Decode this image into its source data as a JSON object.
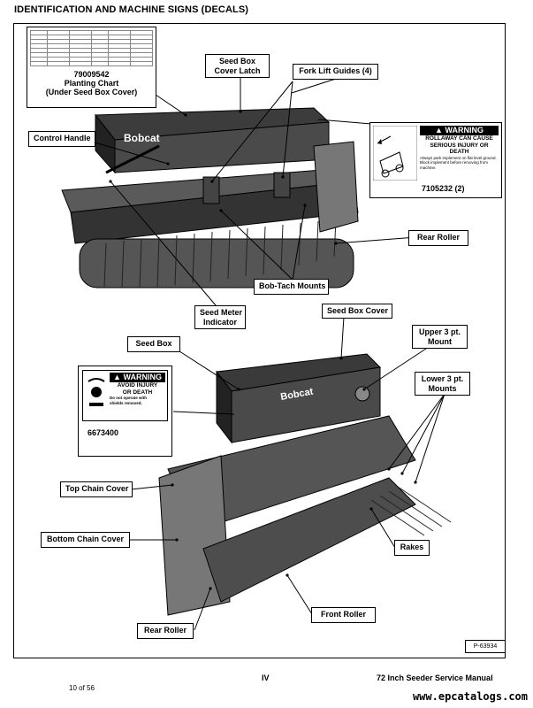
{
  "header": {
    "title": "IDENTIFICATION AND MACHINE SIGNS (DECALS)"
  },
  "planting_chart": {
    "part_number": "79009542",
    "caption_line1": "Planting Chart",
    "caption_line2": "(Under Seed Box Cover)"
  },
  "warning_rollaway": {
    "heading": "WARNING",
    "line1": "ROLLAWAY CAN CAUSE",
    "line2": "SERIOUS INJURY OR",
    "line3": "DEATH",
    "bullet1": "Always park implement on flat level ground.",
    "bullet2": "Block implement before removing from machine.",
    "part_number": "7105232 (2)"
  },
  "warning_shields": {
    "heading": "WARNING",
    "line1": "AVOID INJURY",
    "line2": "OR DEATH",
    "line3": "Do not operate with",
    "line4": "shields removed.",
    "part_number": "6673400"
  },
  "callouts": {
    "seed_box_cover_latch_1": "Seed Box",
    "seed_box_cover_latch_2": "Cover Latch",
    "fork_lift_guides": "Fork Lift Guides (4)",
    "control_handle": "Control Handle",
    "rear_roller_top": "Rear Roller",
    "bob_tach_mounts": "Bob-Tach Mounts",
    "seed_meter_indicator_1": "Seed Meter",
    "seed_meter_indicator_2": "Indicator",
    "seed_box_cover": "Seed Box Cover",
    "seed_box": "Seed Box",
    "upper_mount_1": "Upper 3 pt.",
    "upper_mount_2": "Mount",
    "lower_mounts_1": "Lower 3 pt.",
    "lower_mounts_2": "Mounts",
    "top_chain_cover": "Top Chain Cover",
    "bottom_chain_cover": "Bottom Chain Cover",
    "rakes": "Rakes",
    "front_roller": "Front Roller",
    "rear_roller_bottom": "Rear Roller"
  },
  "brand_decal": "Bobcat",
  "figure_ref": "P-63934",
  "footer": {
    "page_roman": "IV",
    "manual_title": "72 Inch Seeder Service Manual",
    "page_count": "10 of 56",
    "website": "www.epcatalogs.com"
  }
}
